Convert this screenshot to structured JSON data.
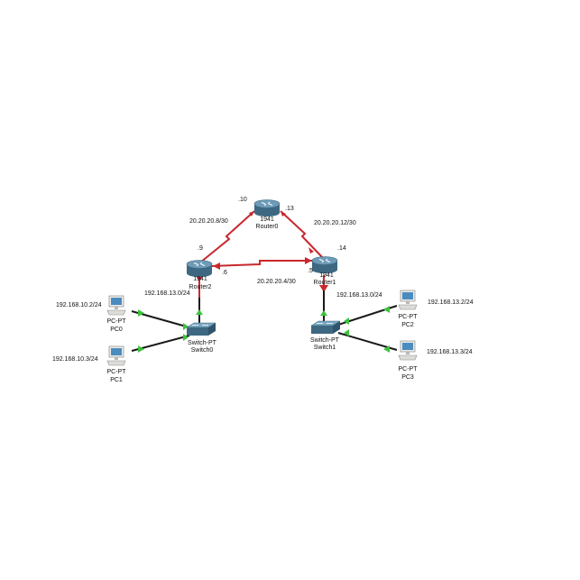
{
  "colors": {
    "serial_link": "#c8282d",
    "ethernet_link": "#1a1a1a",
    "link_up": "#3cc33c",
    "router_body": "#4f7c98",
    "switch_body": "#4f7c98",
    "pc_body": "#e9e9e4",
    "pc_screen": "#4b8cbf"
  },
  "devices": {
    "router0": {
      "model": "1941",
      "name": "Router0"
    },
    "router1": {
      "model": "1941",
      "name": "Router1"
    },
    "router2": {
      "model": "1941",
      "name": "Router2"
    },
    "switch0": {
      "model": "Switch-PT",
      "name": "Switch0"
    },
    "switch1": {
      "model": "Switch-PT",
      "name": "Switch1"
    },
    "pc0": {
      "model": "PC-PT",
      "name": "PC0"
    },
    "pc1": {
      "model": "PC-PT",
      "name": "PC1"
    },
    "pc2": {
      "model": "PC-PT",
      "name": "PC2"
    },
    "pc3": {
      "model": "PC-PT",
      "name": "PC3"
    }
  },
  "interfaces": {
    "r0_left": ".10",
    "r0_right": ".13",
    "r1_top": ".14",
    "r1_left": ".5",
    "r2_top": ".9",
    "r2_right": ".6"
  },
  "networks": {
    "link_r2_r0": "20.20.20.8/30",
    "link_r0_r1": "20.20.20.12/30",
    "link_r2_r1": "20.20.20.4/30",
    "lan_left": "192.168.13.0/24",
    "lan_right": "192.168.13.0/24"
  },
  "host_ips": {
    "pc0": "192.168.10.2/24",
    "pc1": "192.168.10.3/24",
    "pc2": "192.168.13.2/24",
    "pc3": "192.168.13.3/24"
  }
}
